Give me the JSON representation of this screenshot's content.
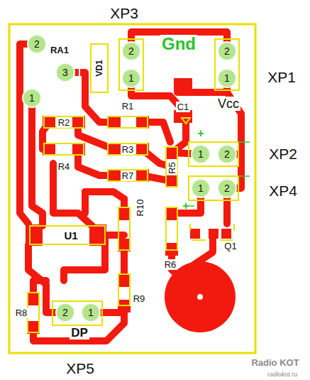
{
  "diagram": {
    "nodes": [
      {
        "text": [
          "2"
        ]
      },
      {
        "text": [
          "3"
        ]
      },
      {
        "text": [
          "1"
        ]
      },
      {
        "text": [
          "2"
        ]
      },
      {
        "text": [
          "1"
        ]
      },
      {
        "text": [
          "2"
        ]
      },
      {
        "text": [
          "1"
        ]
      },
      {
        "text": [
          "1"
        ]
      },
      {
        "text": [
          "2"
        ]
      },
      {
        "text": [
          "1"
        ]
      },
      {
        "text": [
          "2"
        ]
      },
      {
        "text": [
          "2"
        ]
      },
      {
        "text": [
          "1"
        ]
      }
    ],
    "labels": [
      "XP3",
      "XP1",
      "XP2",
      "XP4",
      "XP5",
      "Gnd",
      "Vcc",
      "C1",
      "RA1",
      "VD1",
      "R1",
      "R2",
      "R3",
      "R4",
      "R5",
      "R6",
      "R7",
      "R8",
      "R9",
      "R10",
      "U1",
      "Q1",
      "DP",
      "+",
      "+",
      "Radio KOT",
      "radiokot.ru"
    ]
  }
}
